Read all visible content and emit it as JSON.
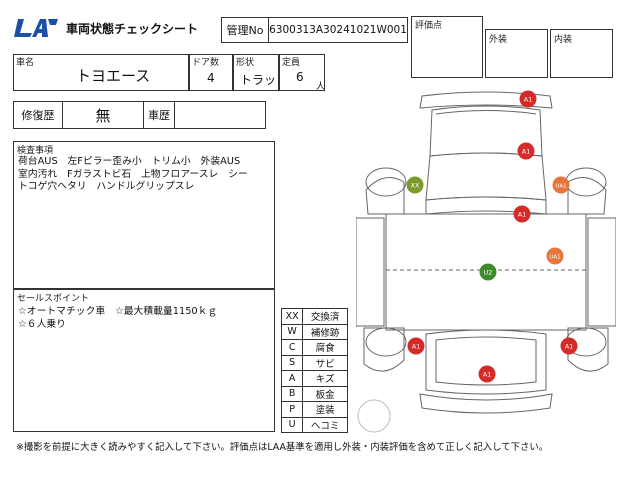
{
  "header": {
    "logo_text": "LAA",
    "title": "車両状態チェックシート",
    "kanri_label": "管理No",
    "kanri_value": "6300313A30241021W001",
    "hyouka_label": "評価点",
    "gaisou_label": "外装",
    "naisou_label": "内装"
  },
  "vehicle": {
    "name_label": "車名",
    "name_value": "トヨエース",
    "doors_label": "ドア数",
    "doors_value": "4",
    "shape_label": "形状",
    "shape_value": "トラッ",
    "capacity_label": "定員",
    "capacity_value": "6",
    "capacity_unit": "人"
  },
  "history": {
    "repair_label": "修復歴",
    "repair_value": "無",
    "shaken_label": "車歴",
    "shaken_value": ""
  },
  "inspection": {
    "label": "検査事項",
    "text": "荷台AUS　左Fピラー歪み小　トリム小　外装AUS\n室内汚れ　Fガラストビ石　上物フロアースレ　シー\nトコゲ穴ヘタリ　ハンドルグリップスレ"
  },
  "sales": {
    "label": "セールスポイント",
    "text": "☆オートマチック車　☆最大積載量1150ｋｇ\n☆６人乗り"
  },
  "legend": [
    {
      "code": "XX",
      "desc": "交換済"
    },
    {
      "code": "W",
      "desc": "補修跡"
    },
    {
      "code": "C",
      "desc": "腐食"
    },
    {
      "code": "S",
      "desc": "サビ"
    },
    {
      "code": "A",
      "desc": "キズ"
    },
    {
      "code": "B",
      "desc": "板金"
    },
    {
      "code": "P",
      "desc": "塗装"
    },
    {
      "code": "U",
      "desc": "ヘコミ"
    }
  ],
  "markers": [
    {
      "label": "A1",
      "color": "#d42a2a"
    },
    {
      "label": "A1",
      "color": "#d42a2a"
    },
    {
      "label": "XX",
      "color": "#7f9a2a"
    },
    {
      "label": "UA1",
      "color": "#e8763a"
    },
    {
      "label": "A1",
      "color": "#d42a2a"
    },
    {
      "label": "UA1",
      "color": "#e8763a"
    },
    {
      "label": "U2",
      "color": "#3f8a2a"
    },
    {
      "label": "A1",
      "color": "#d42a2a"
    },
    {
      "label": "A1",
      "color": "#d42a2a"
    },
    {
      "label": "A1",
      "color": "#d42a2a"
    }
  ],
  "footnote": "※撮影を前提に大きく読みやすく記入して下さい。評価点はLAA基準を適用し外装・内装評価を含めて正しく記入して下さい。"
}
